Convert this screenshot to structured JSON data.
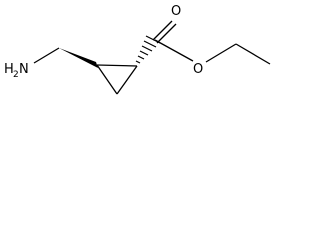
{
  "molecule": {
    "atom_labels": {
      "amine_main": "H",
      "amine_sub": "2",
      "amine_n": "N",
      "carbonyl_o": "O",
      "ester_o": "O"
    },
    "colors": {
      "bond": "#000000",
      "background": "#ffffff"
    },
    "stereo": {
      "aminomethyl_bond": "wedge",
      "ester_bond": "hash"
    }
  }
}
